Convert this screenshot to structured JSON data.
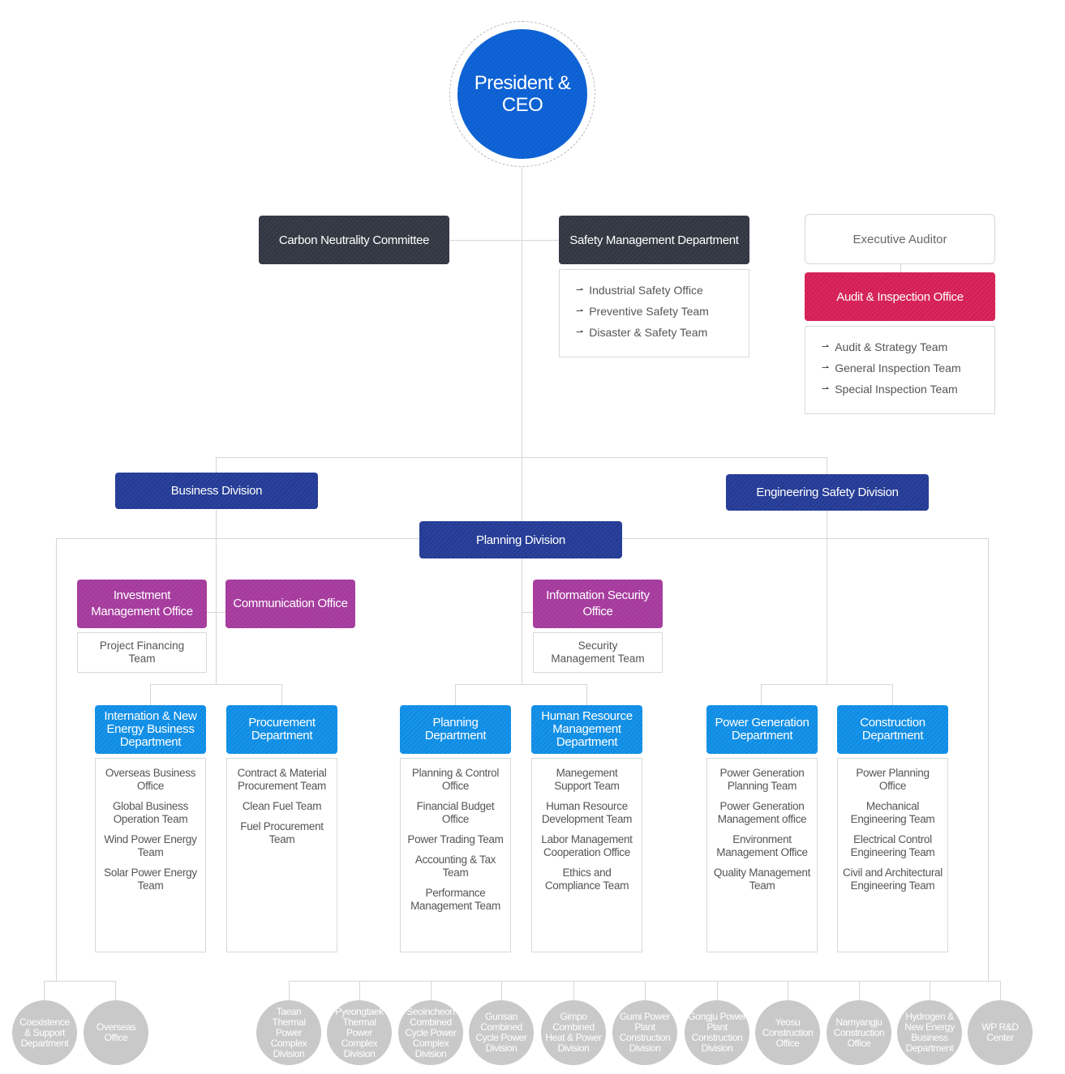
{
  "ceo": {
    "label": "President & CEO"
  },
  "carbon": {
    "label": "Carbon Neutrality Committee"
  },
  "safety": {
    "label": "Safety Management Department",
    "teams": [
      "Industrial Safety Office",
      "Preventive Safety Team",
      "Disaster & Safety Team"
    ]
  },
  "auditor": {
    "label": "Executive Auditor"
  },
  "audit": {
    "label": "Audit & Inspection Office",
    "teams": [
      "Audit & Strategy Team",
      "General Inspection Team",
      "Special Inspection Team"
    ]
  },
  "business_division": {
    "label": "Business Division"
  },
  "engineering_division": {
    "label": "Engineering Safety Division"
  },
  "planning_division": {
    "label": "Planning Division"
  },
  "investment": {
    "label": "Investment Management Office",
    "team": "Project Financing Team"
  },
  "communication": {
    "label": "Communication Office"
  },
  "infosec": {
    "label": "Information Security Office",
    "team": "Security Management Team"
  },
  "departments": [
    {
      "label": "Internation & New Energy Business Department",
      "teams": [
        "Overseas Business Office",
        "Global Business Operation Team",
        "Wind Power Energy Team",
        "Solar Power Energy Team"
      ]
    },
    {
      "label": "Procurement Department",
      "teams": [
        "Contract & Material Procurement Team",
        "Clean Fuel Team",
        "Fuel Procurement Team"
      ]
    },
    {
      "label": "Planning Department",
      "teams": [
        "Planning & Control Office",
        "Financial Budget Office",
        "Power Trading Team",
        "Accounting & Tax Team",
        "Performance Management Team"
      ]
    },
    {
      "label": "Human Resource Management Department",
      "teams": [
        "Manegement Support Team",
        "Human Resource Development Team",
        "Labor Management Cooperation Office",
        "Ethics and Compliance Team"
      ]
    },
    {
      "label": "Power Generation Department",
      "teams": [
        "Power Generation Planning Team",
        "Power Generation Management office",
        "Environment Management Office",
        "Quality Management Team"
      ]
    },
    {
      "label": "Construction Department",
      "teams": [
        "Power Planning Office",
        "Mechanical Engineering Team",
        "Electrical Control Engineering Team",
        "Civil and Architectural Engineering Team"
      ]
    }
  ],
  "bottom_left": [
    "Coexistence & Support Department",
    "Overseas Office"
  ],
  "bottom_right": [
    "Taean Thermal Power Complex Division",
    "Pyeongtaek Thermal Power Complex Division",
    "Seoincheon Combined Cycle Power Complex Division",
    "Gunsan Combined Cycle Power Division",
    "Gimpo Combined Heat & Power Division",
    "Gumi Power Plant Construction Division",
    "Gongju Power Plant Construction Division",
    "Yeosu Construction Office",
    "Namyangju Construction Office",
    "Hydrogen & New Energy Business Department",
    "WP R&D Center"
  ],
  "colors": {
    "ceo": "#1266d8",
    "dark": "#343844",
    "navy": "#263c94",
    "purple": "#a63c9e",
    "blue": "#1592e8",
    "red": "#d5245a",
    "circle": "#c9c9c9",
    "line": "#d6d6d6"
  }
}
